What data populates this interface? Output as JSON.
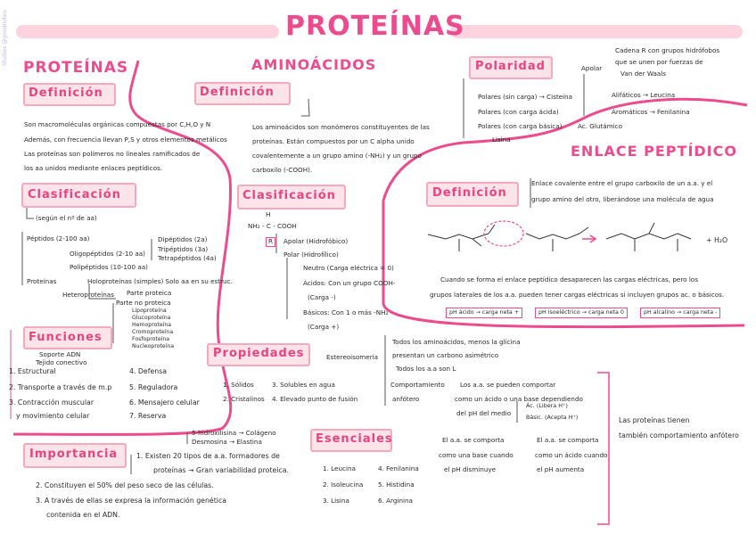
{
  "title": "PROTEÍNAS",
  "watermark": "Studies @goodnotes",
  "proteinas": {
    "heading": "PROTEÍNAS",
    "definicion": {
      "label": "Definición",
      "lines": [
        "Son macromoléculas orgánicas compuestas por C,H,O y N",
        "Además, con frecuencia llevan P,S y otros elementos metálicos",
        "Las proteínas son polímeros no lineales ramificados de",
        "los aa unidos mediante enlaces peptídicos."
      ]
    },
    "clasificacion": {
      "label": "Clasificación",
      "note": "(según el nº de aa)",
      "peptidos": "Péptidos (2-100 aa)",
      "oligo": "Oligopéptidos (2-10 aa)",
      "poli": "Polipéptidos (10-100 aa)",
      "di": "Dipéptidos (2a)",
      "tri": "Tripéptidos (3a)",
      "tetra": "Tetrapéptidos (4a)",
      "proteinas": "Proteínas",
      "homo": "Holoproteínas (simples) Solo aa en su estruc.",
      "hetero": "Heteroproteínas",
      "parte_proteica": "Parte proteica",
      "parte_no": "Parte no proteica",
      "sub": [
        "Lipoproteína",
        "Glucoproteína",
        "Hemoproteína",
        "Cromoproteína",
        "Fosfoproteína",
        "Nucleoproteína"
      ]
    },
    "funciones": {
      "label": "Funciones",
      "soporte": "Soporte ADN",
      "tejido": "Tejido conectivo",
      "items": [
        "1. Estructural",
        "2. Transporte a través de m.p",
        "3. Contracción muscular",
        "y movimiento celular"
      ],
      "items_r": [
        "4. Defensa",
        "5. Reguladora",
        "6. Mensajero celular",
        "7. Reserva"
      ]
    },
    "importancia": {
      "label": "Importancia",
      "hidroxi": "5-hidroxilisina → Colágeno",
      "desmo": "Desmosina → Elastina",
      "i1a": "1. Existen 20 tipos de a.a. formadores de",
      "i1b": "proteínas → Gran variabilidad proteica.",
      "i2": "2. Constituyen el 50% del peso seco de las células.",
      "i3a": "3. A través de ellas se expresa la información genética",
      "i3b": "contenida en el ADN."
    }
  },
  "aminoacidos": {
    "heading": "AMINOÁCIDOS",
    "definicion": {
      "label": "Definición",
      "lines": [
        "Los aminoácidos son monómeros constituyentes de las",
        "proteínas. Están compuestos por un C alpha unido",
        "covalentemente a un grupo amino (-NH₂) y un grupo",
        "carboxilo (-COOH)."
      ]
    },
    "clasificacion": {
      "label": "Clasificación",
      "h": "H",
      "formula": "NH₂ - C - COOH",
      "r": "R",
      "apolar": "Apolar (Hidrofóbico)",
      "polar": "Polar (Hidrofílico)",
      "neutro": "Neutro (Carga eléctrica = 0)",
      "acidos": "Ácidos: Con un grupo COOH-",
      "carga_neg": "(Carga -)",
      "basicos": "Básicos: Con 1 o más -NH₂",
      "carga_pos": "(Carga +)"
    },
    "propiedades": {
      "label": "Propiedades",
      "estereo": "Estereoisomería",
      "p1": "Todos los aminoácidos, menos la glicina",
      "p2": "presentan un carbono asimétrico",
      "p3": "Todos los a.a son L",
      "s1": "1. Sólidos",
      "s3": "3. Solubles en agua",
      "s2": "2. Cristalinos",
      "s4": "4. Elevado punto de fusión",
      "comport": "Comportamiento",
      "anfotero": "anfótero",
      "c1": "Los a.a. se pueden comportar",
      "c2": "como un ácido o una base dependiendo",
      "c3": "del pH del medio",
      "acido": "Ác. (Libera H⁺)",
      "basico": "Básic. (Acepta H⁺)",
      "ac1": "El a.a. se comporta",
      "ac2": "como una base cuando",
      "ac3": "el pH disminuye",
      "ba1": "El a.a. se comporta",
      "ba2": "como un ácido cuando",
      "ba3": "el pH aumenta",
      "pr1": "Las proteínas tienen",
      "pr2": "también comportamiento anfótero"
    },
    "esenciales": {
      "label": "Esenciales",
      "left": [
        "1. Leucina",
        "2. Isoleucina",
        "3. Lisina"
      ],
      "right": [
        "4. Fenilanina",
        "5. Histidina",
        "6. Arginina"
      ]
    }
  },
  "polaridad": {
    "label": "Polaridad",
    "apolar": "Apolar",
    "apolar_desc": [
      "Cadena R con grupos hidrófobos",
      "que se unen por fuerzas de",
      "Van der Waals"
    ],
    "alifaticos": "Alifáticos → Leucina",
    "aromaticos": "Aromáticos → Fenilanina",
    "polares": "Polares (sin carga) → Cisteína",
    "acida": "Polares (con carga ácida)",
    "basica": "Polares (con carga básica)",
    "glut": "Ac. Glutámico",
    "lisina": "Lisina"
  },
  "enlace": {
    "heading": "ENLACE PEPTÍDICO",
    "label": "Definición",
    "d1": "Enlace covalente entre el grupo carboxilo de un a.a. y el",
    "d2": "grupo amino del otro, liberándose una molécula de agua",
    "water": "+ H₂O",
    "t1": "Cuando se forma el enlace peptídico desaparecen las cargas eléctricas, pero los",
    "t2": "grupos laterales de los a.a. pueden tener cargas eléctricas si incluyen grupos ac. o básicos.",
    "b1": "pH ácido → carga neta +",
    "b2": "pH isoeléctrico → carga neta 0",
    "b3": "pH alcalino → carga neta -"
  }
}
